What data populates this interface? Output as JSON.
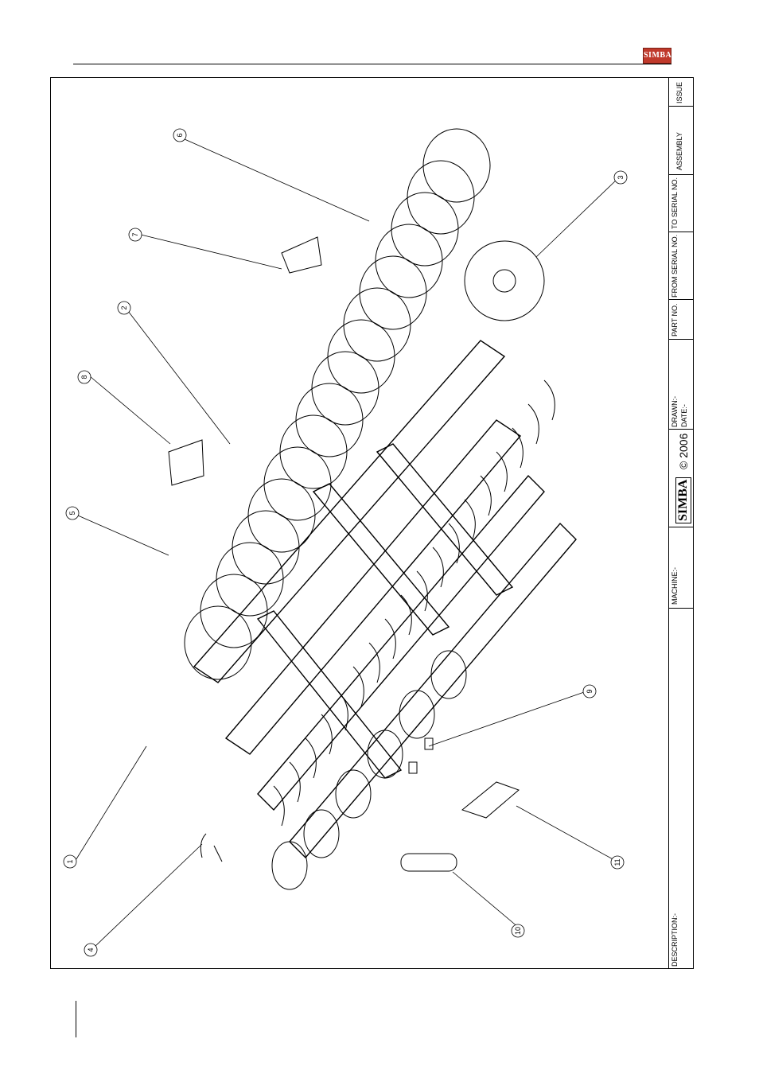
{
  "header": {
    "logo_text": "SIMBA"
  },
  "title_block": {
    "issue": "ISSUE",
    "assembly": "ASSEMBLY",
    "to_serial": "TO SERIAL NO.",
    "from_serial": "FROM SERIAL NO.",
    "part_no": "PART NO.",
    "drawn": "DRAWN:-",
    "date": "DATE:-",
    "logo": "SIMBA",
    "copyright": "© 2006",
    "machine": "MACHINE:-",
    "description": "DESCRIPTION:-"
  },
  "callouts": [
    "6",
    "3",
    "7",
    "2",
    "8",
    "5",
    "9",
    "1",
    "11",
    "4",
    "10"
  ]
}
